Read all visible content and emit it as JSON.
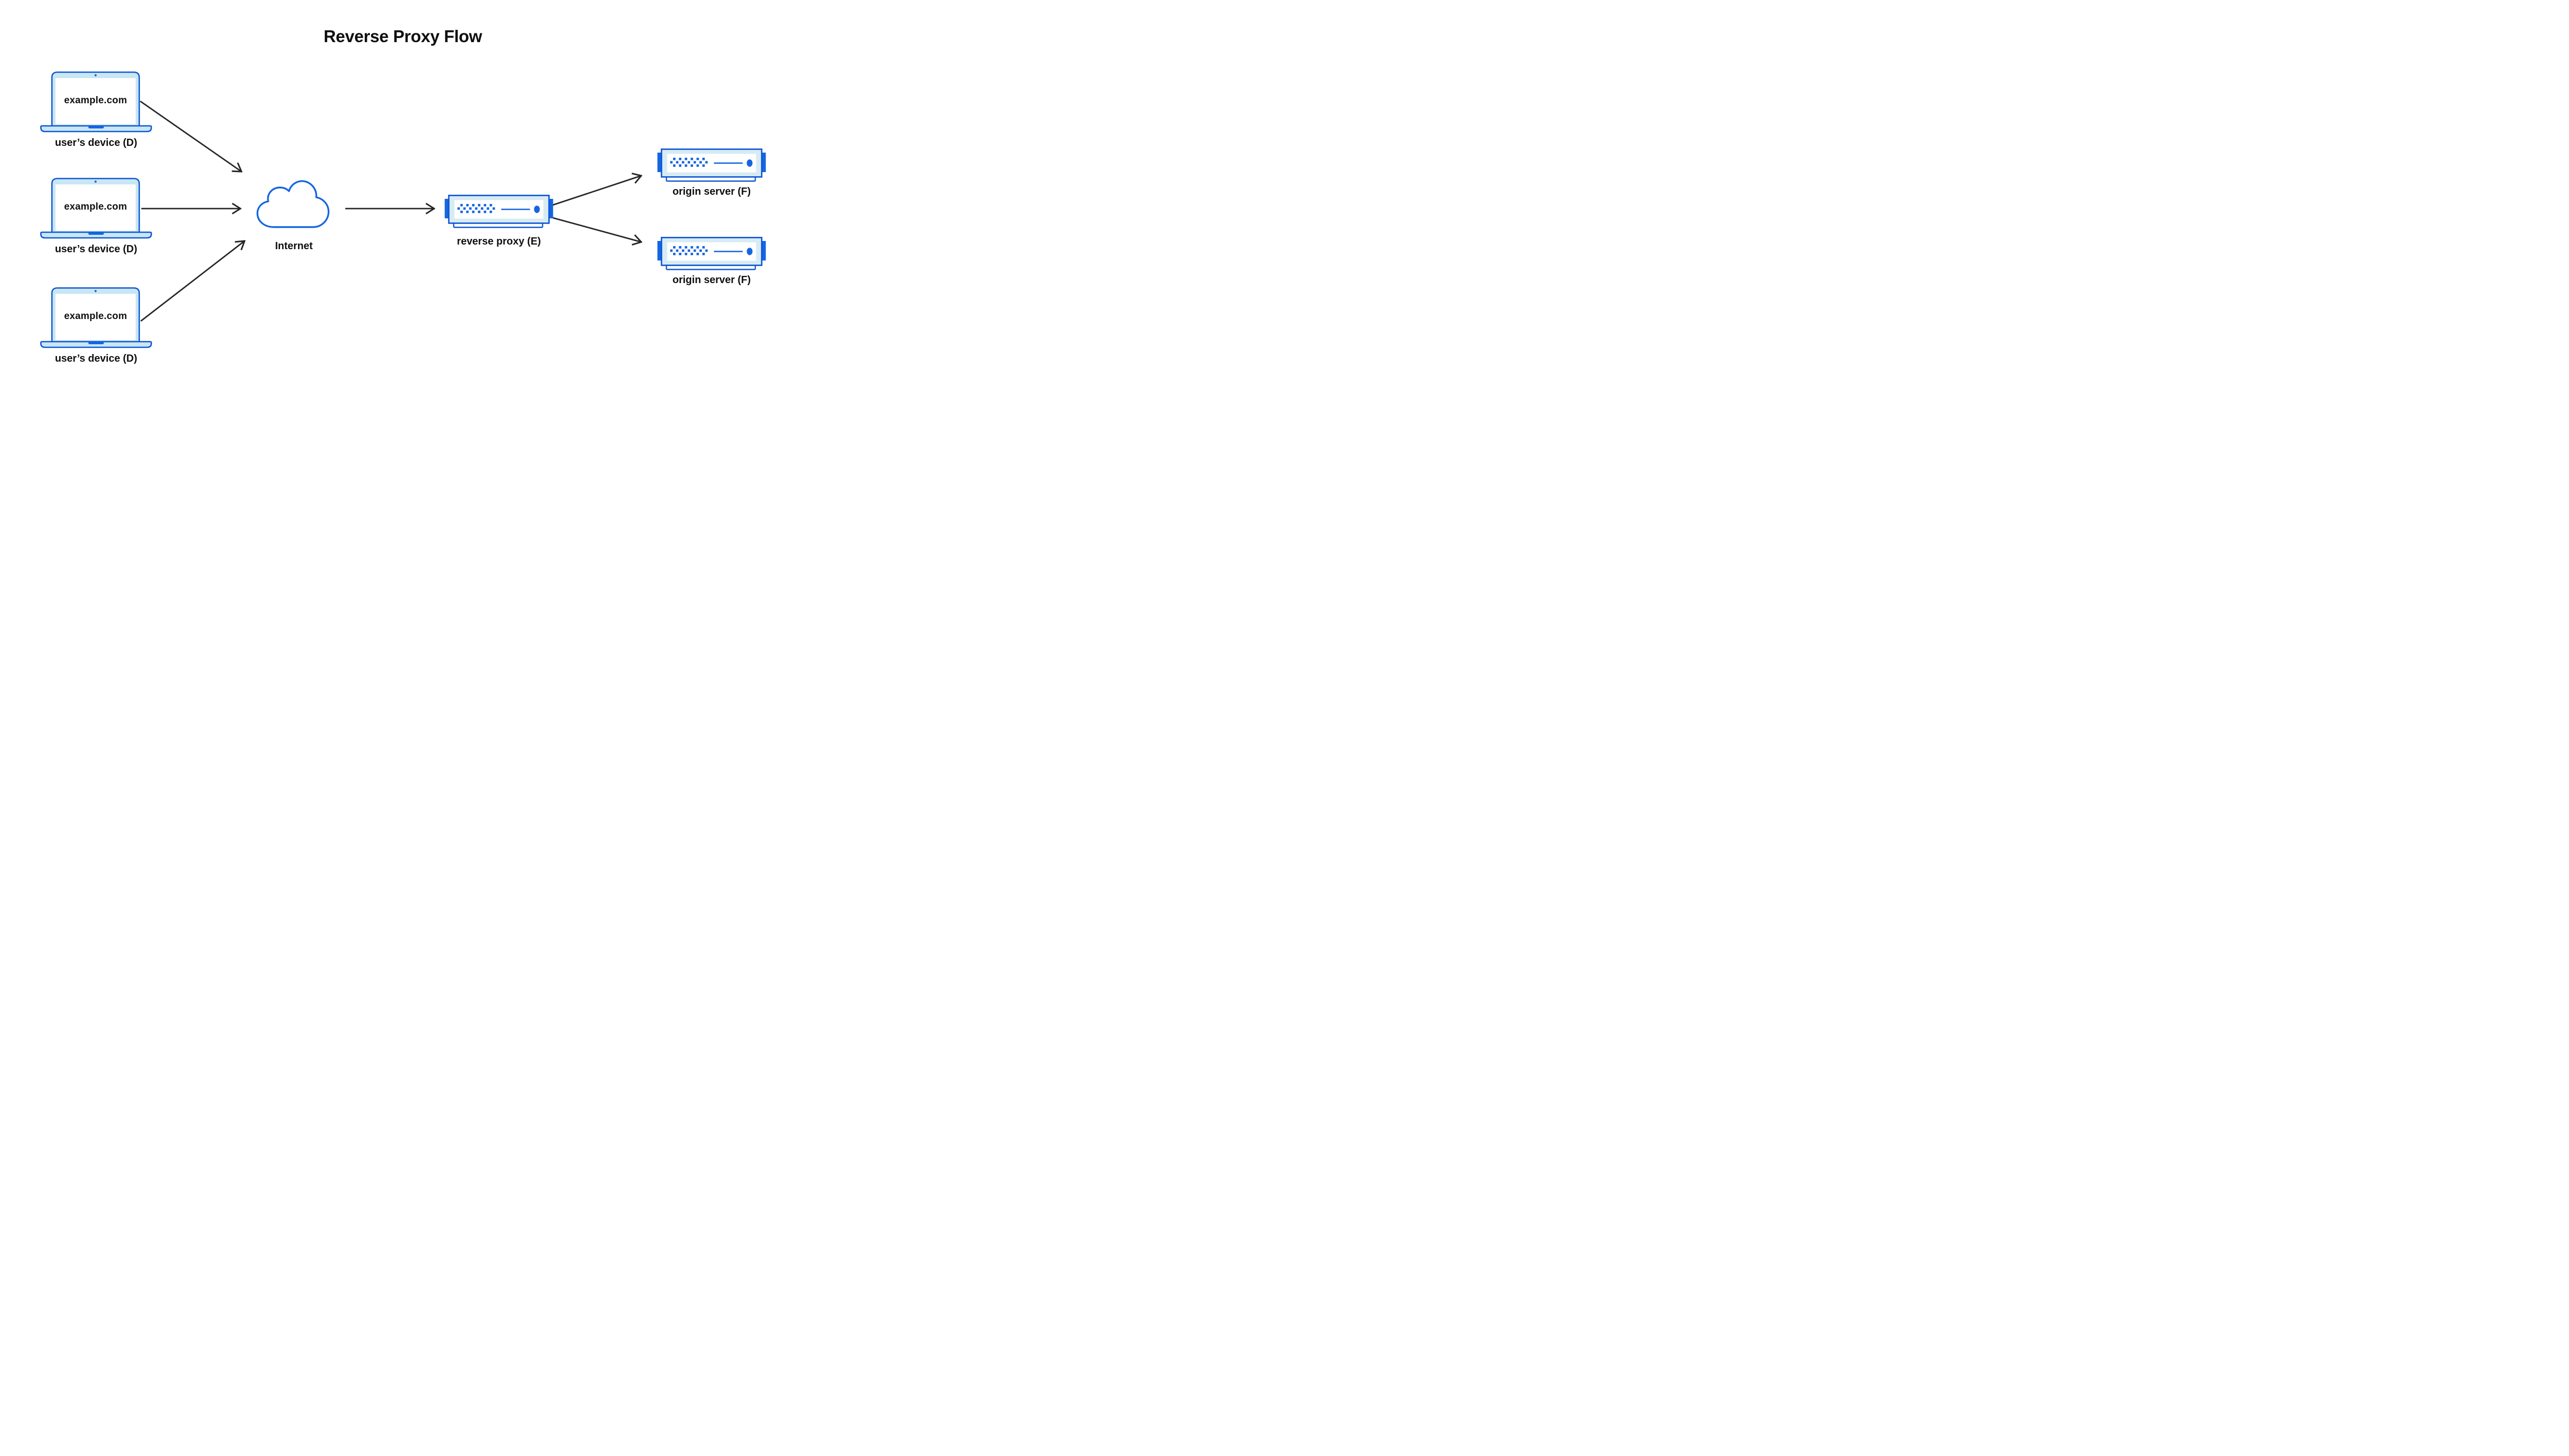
{
  "title": "Reverse Proxy Flow",
  "palette": {
    "primary_blue": "#0e57d4",
    "accent_blue": "#1565e2",
    "laptop_fill": "#c9e6f3",
    "server_fill": "#d7ebf5",
    "arrow_color": "#262626",
    "text_color": "#0f0f0f",
    "background": "#ffffff"
  },
  "nodes": {
    "devices": [
      {
        "screen_text": "example.com",
        "label": "user’s device (D)"
      },
      {
        "screen_text": "example.com",
        "label": "user’s device (D)"
      },
      {
        "screen_text": "example.com",
        "label": "user’s device (D)"
      }
    ],
    "internet": {
      "label": "Internet"
    },
    "reverse_proxy": {
      "label": "reverse proxy (E)"
    },
    "origin_servers": [
      {
        "label": "origin server (F)"
      },
      {
        "label": "origin server (F)"
      }
    ]
  },
  "edges": [
    {
      "from": "user-device-1",
      "to": "internet"
    },
    {
      "from": "user-device-2",
      "to": "internet"
    },
    {
      "from": "user-device-3",
      "to": "internet"
    },
    {
      "from": "internet",
      "to": "reverse-proxy"
    },
    {
      "from": "reverse-proxy",
      "to": "origin-server-1"
    },
    {
      "from": "reverse-proxy",
      "to": "origin-server-2"
    }
  ]
}
